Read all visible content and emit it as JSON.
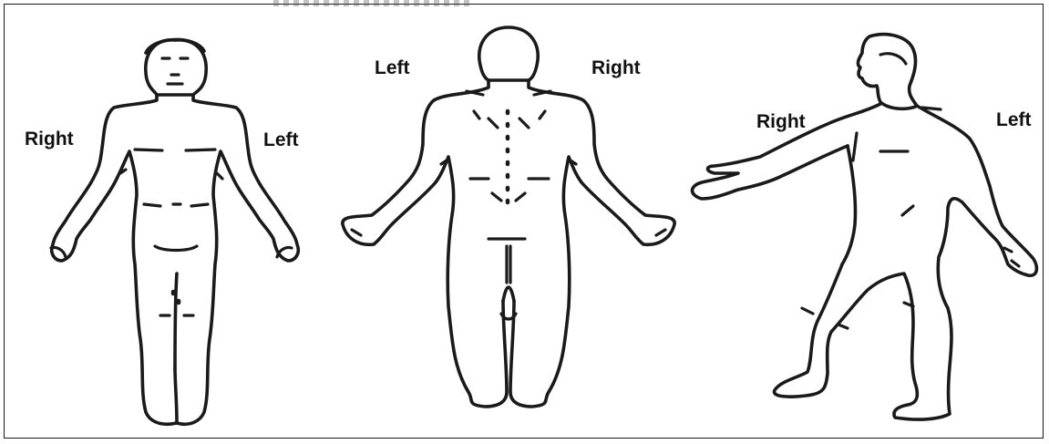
{
  "figures": {
    "front": {
      "left_label": "Right",
      "right_label": "Left"
    },
    "back": {
      "left_label": "Left",
      "right_label": "Right"
    },
    "side": {
      "left_label": "Right",
      "right_label": "Left"
    }
  },
  "colors": {
    "line": "#1a1a1a",
    "background": "#ffffff"
  }
}
